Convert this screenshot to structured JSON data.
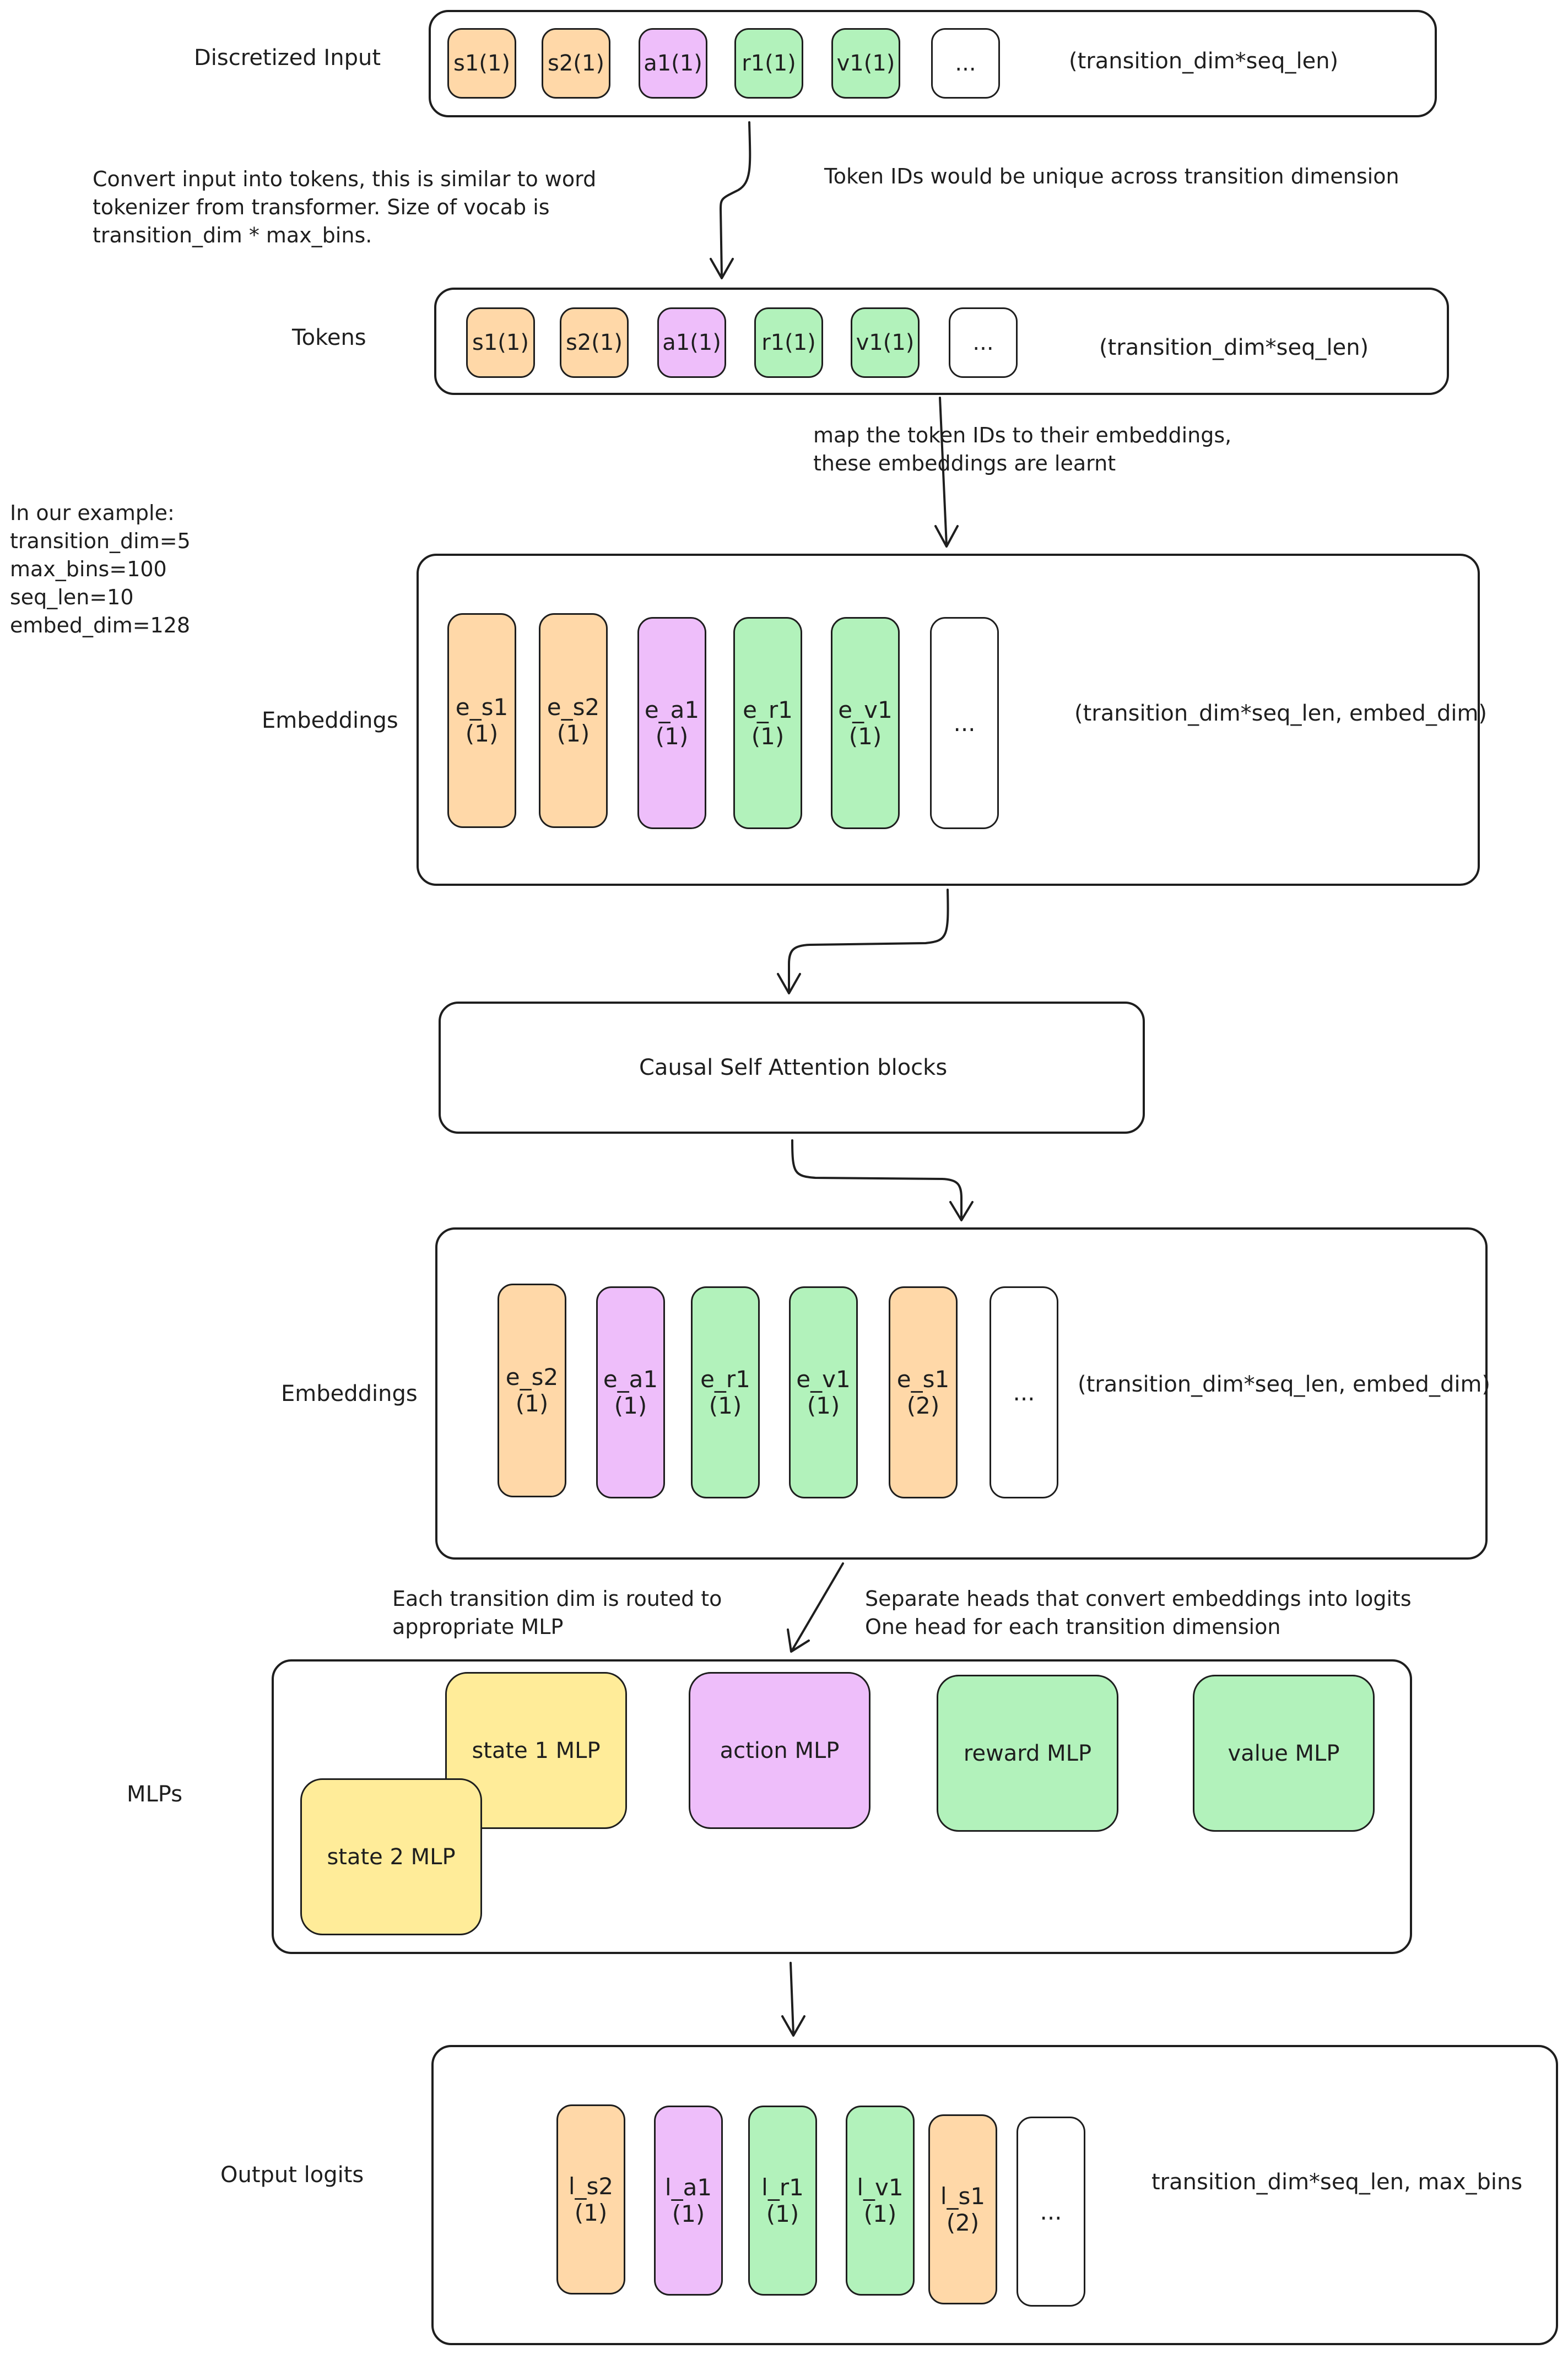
{
  "rows": {
    "discretized": {
      "label": "Discretized Input",
      "tokens": [
        "s1(1)",
        "s2(1)",
        "a1(1)",
        "r1(1)",
        "v1(1)",
        "..."
      ],
      "shape": "(transition_dim*seq_len)"
    },
    "tokens": {
      "label": "Tokens",
      "tokens": [
        "s1(1)",
        "s2(1)",
        "a1(1)",
        "r1(1)",
        "v1(1)",
        "..."
      ],
      "shape": "(transition_dim*seq_len)"
    },
    "embeddings1": {
      "label": "Embeddings",
      "items": [
        "e_s1\n(1)",
        "e_s2\n(1)",
        "e_a1\n(1)",
        "e_r1\n(1)",
        "e_v1\n(1)",
        "..."
      ],
      "shape": "(transition_dim*seq_len, embed_dim)"
    },
    "attention": {
      "label": "Causal Self Attention blocks"
    },
    "embeddings2": {
      "label": "Embeddings",
      "items": [
        "e_s2\n(1)",
        "e_a1\n(1)",
        "e_r1\n(1)",
        "e_v1\n(1)",
        "e_s1\n(2)",
        "..."
      ],
      "shape": "(transition_dim*seq_len, embed_dim)"
    },
    "mlps": {
      "label": "MLPs",
      "state1": "state 1 MLP",
      "state2": "state 2 MLP",
      "action": "action MLP",
      "reward": "reward MLP",
      "value": "value MLP"
    },
    "logits": {
      "label": "Output logits",
      "items": [
        "l_s2\n(1)",
        "l_a1\n(1)",
        "l_r1\n(1)",
        "l_v1\n(1)",
        "l_s1\n(2)",
        "..."
      ],
      "shape": "transition_dim*seq_len, max_bins"
    }
  },
  "notes": {
    "convert": "Convert input into tokens, this is similar to word\ntokenizer from transformer. Size of vocab is\ntransition_dim * max_bins.",
    "unique": "Token IDs would be unique across transition dimension",
    "map": "map the token IDs to their embeddings,\nthese embeddings are learnt",
    "example": "In our example:\ntransition_dim=5\nmax_bins=100\nseq_len=10\nembed_dim=128",
    "routed": "Each transition dim is routed to\nappropriate MLP",
    "heads": "Separate heads that convert embeddings into logits\nOne head for each transition dimension"
  },
  "colors": {
    "state": "#ffd8a8",
    "action": "#eebefa",
    "reward_value": "#b2f2bb",
    "mlp_state": "#ffec99",
    "stroke": "#1e1e1e"
  }
}
